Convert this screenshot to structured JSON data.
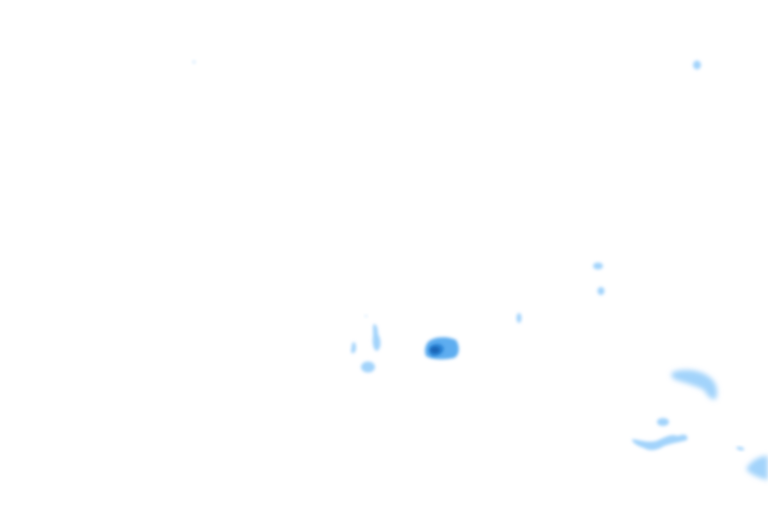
{
  "map": {
    "background": "#ffffff",
    "palette": {
      "light": "#cfe8fd",
      "medium": "#92cbfa",
      "strong": "#55a9ef",
      "deep": "#2b84d6",
      "core": "#1562b4"
    },
    "layer": "precipitation-radar",
    "cells": [
      {
        "id": "cell-a",
        "intensity": "medium"
      },
      {
        "id": "cell-b",
        "intensity": "deep"
      },
      {
        "id": "cell-c",
        "intensity": "light"
      },
      {
        "id": "cell-d",
        "intensity": "medium"
      },
      {
        "id": "cell-e",
        "intensity": "medium"
      },
      {
        "id": "cell-f",
        "intensity": "medium"
      }
    ]
  }
}
